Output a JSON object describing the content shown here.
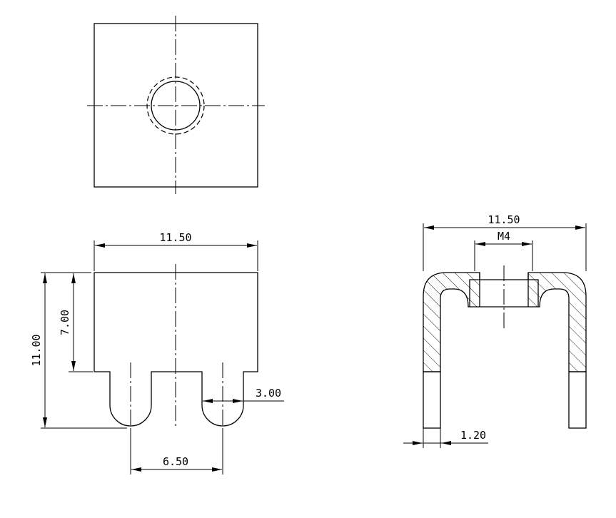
{
  "dimensions": {
    "front_width": "11.50",
    "front_height": "11.00",
    "front_upper_height": "7.00",
    "slot_width": "3.00",
    "slot_spacing": "6.50",
    "section_width": "11.50",
    "thread": "M4",
    "wall_thickness": "1.20"
  },
  "colors": {
    "line": "#000000",
    "background": "#ffffff"
  }
}
